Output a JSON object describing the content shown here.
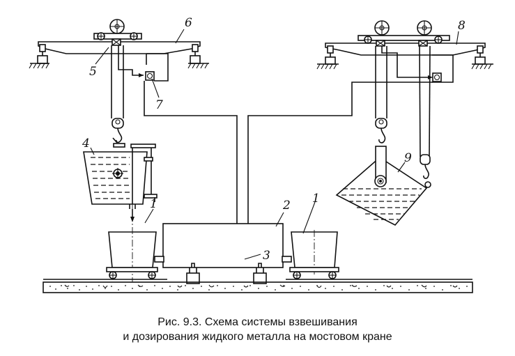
{
  "figure": {
    "caption_line1": "Рис. 9.3. Схема системы взвешивания",
    "caption_line2": "и дозирования жидкого металла на мостовом кране"
  },
  "labels": {
    "wagon_left": "1",
    "wagon_right": "1",
    "mixer": "2",
    "weighing_indicator": "3",
    "ladle_left": "4",
    "load_sensor_left": "5",
    "crane_bridge_left": "6",
    "transmitter_left": "7",
    "crane_bridge_right": "8",
    "ladle_right": "9"
  },
  "colors": {
    "ink": "#111111",
    "background": "#ffffff"
  }
}
